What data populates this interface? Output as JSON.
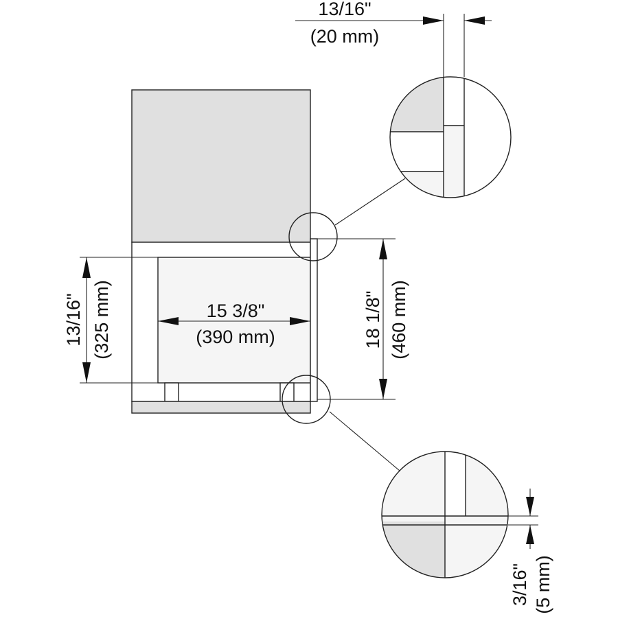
{
  "dimensions": {
    "top_gap": {
      "imperial": "13/16\"",
      "metric": "(20 mm)"
    },
    "left_height": {
      "imperial": "13/16\"",
      "metric": "(325 mm)"
    },
    "inner_width": {
      "imperial": "15 3/8\"",
      "metric": "(390 mm)"
    },
    "right_height": {
      "imperial": "18 1/8\"",
      "metric": "(460 mm)"
    },
    "bottom_gap": {
      "imperial": "3/16\"",
      "metric": "(5 mm)"
    }
  },
  "colors": {
    "cabinet_fill": "#e0e0e0",
    "appliance_fill": "#f5f5f5",
    "line": "#222222"
  }
}
